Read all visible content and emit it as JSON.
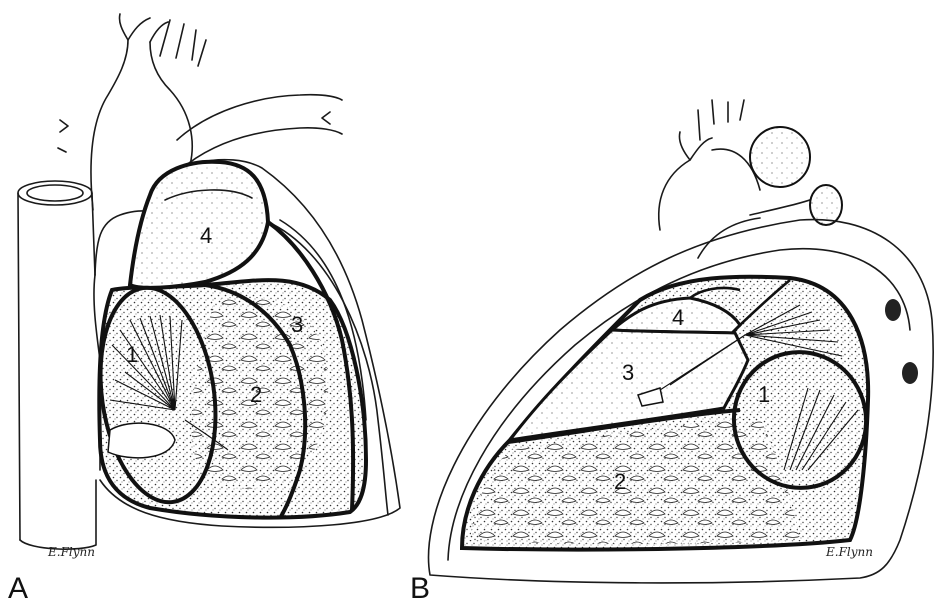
{
  "panels": [
    {
      "letter": "A",
      "regions": [
        "1",
        "2",
        "3",
        "4"
      ],
      "signature": "E.Flynn"
    },
    {
      "letter": "B",
      "regions": [
        "1",
        "2",
        "3",
        "4"
      ],
      "signature": "E.Flynn"
    }
  ]
}
